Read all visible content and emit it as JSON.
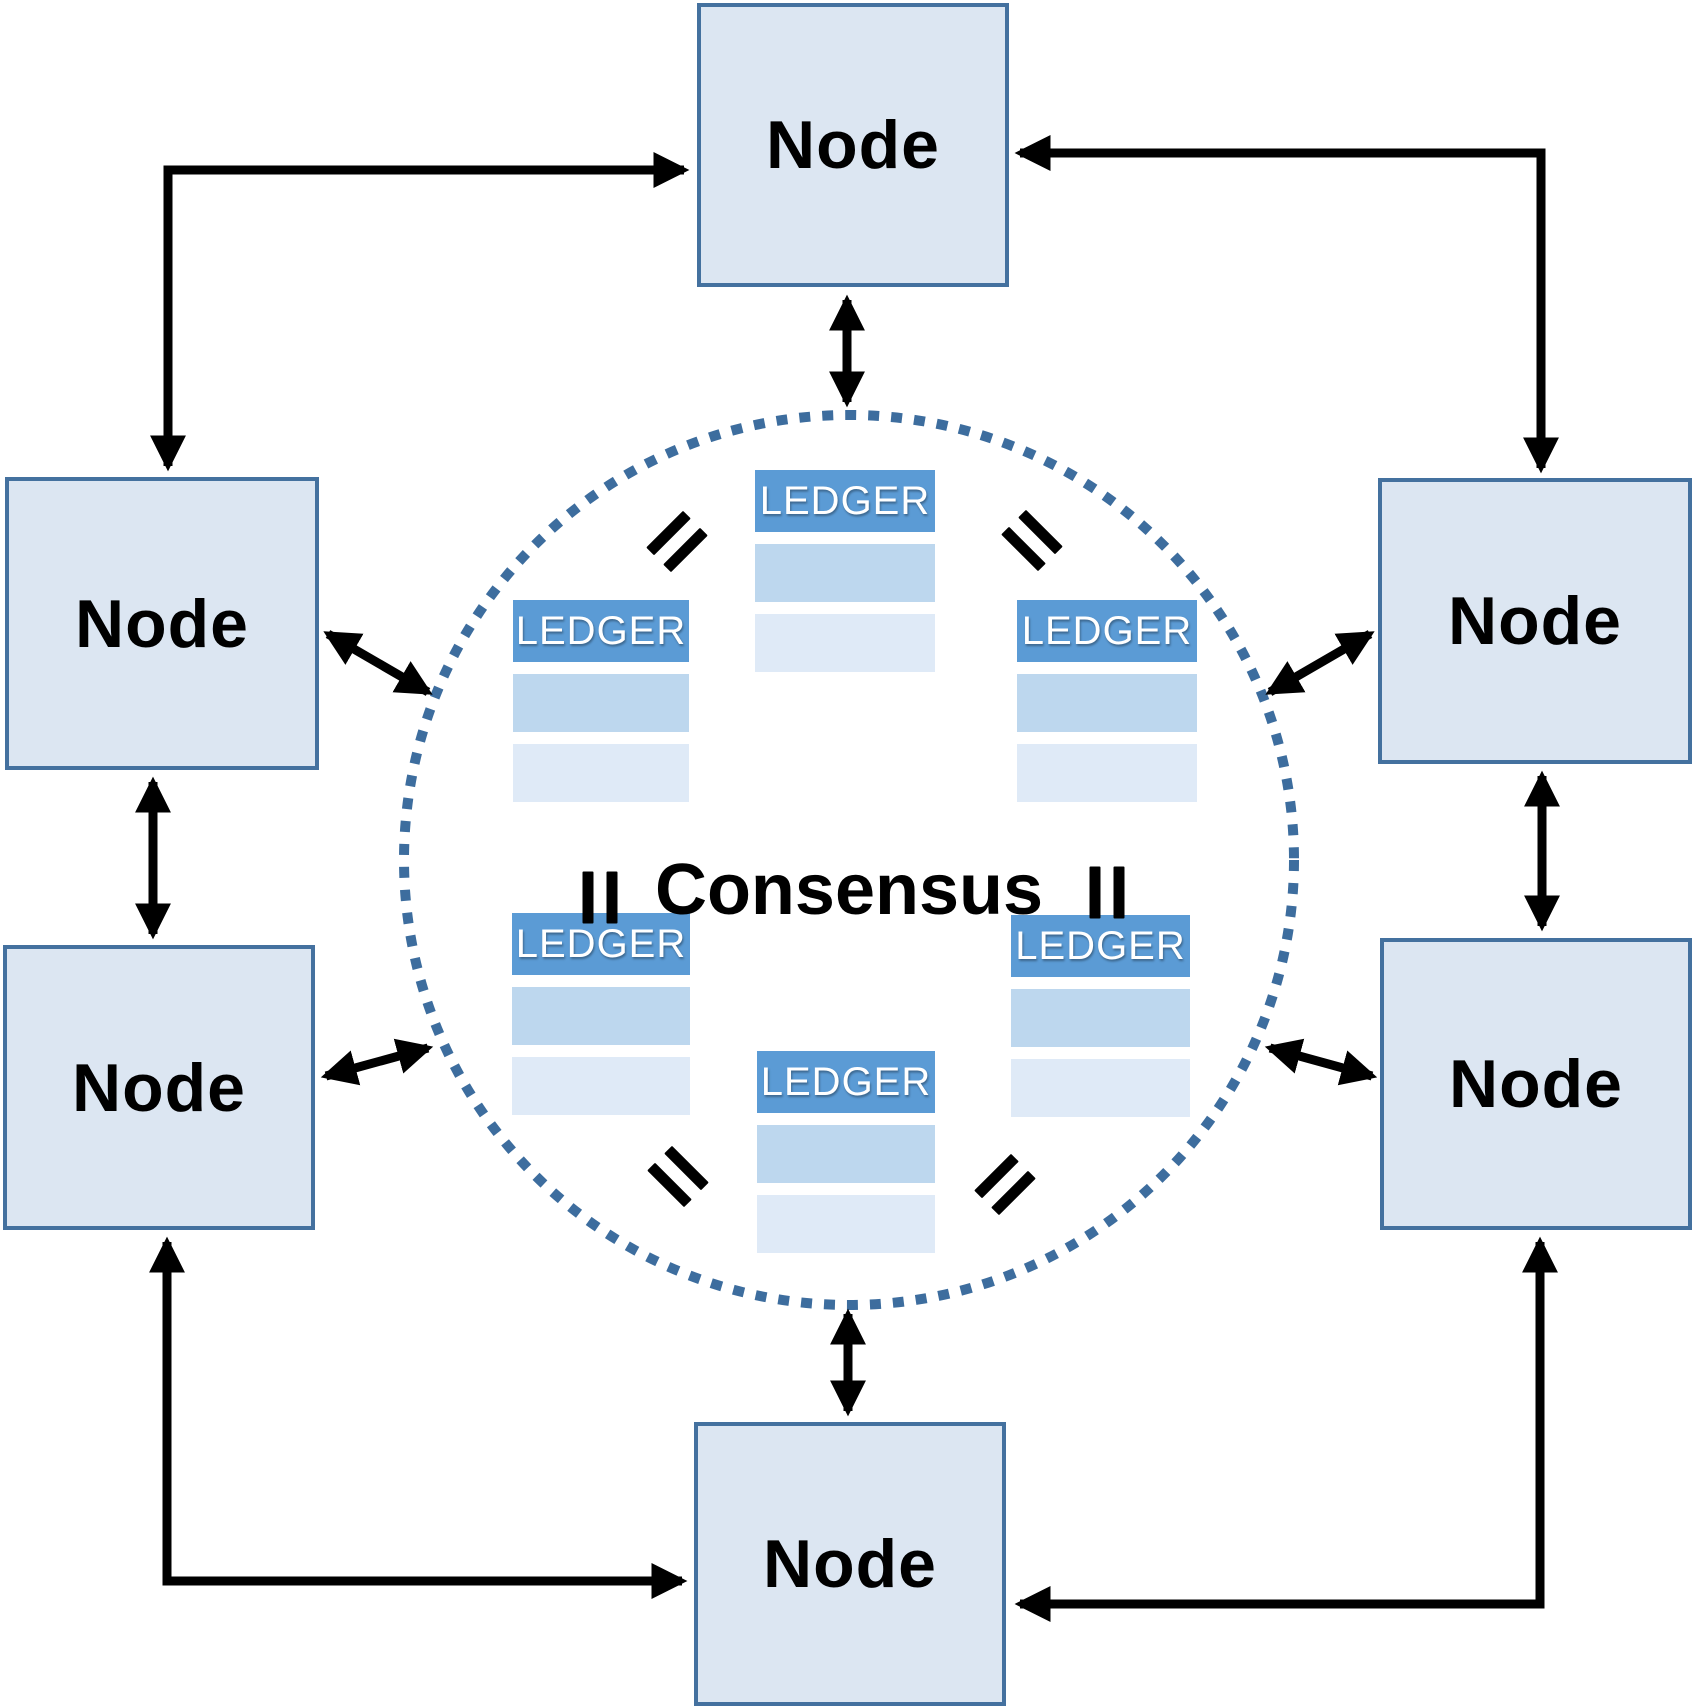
{
  "center": {
    "label": "Consensus"
  },
  "nodes": [
    {
      "id": "top",
      "label": "Node"
    },
    {
      "id": "upper-left",
      "label": "Node"
    },
    {
      "id": "upper-right",
      "label": "Node"
    },
    {
      "id": "lower-left",
      "label": "Node"
    },
    {
      "id": "lower-right",
      "label": "Node"
    },
    {
      "id": "bottom",
      "label": "Node"
    }
  ],
  "ledgers": [
    {
      "id": "top-center",
      "header": "LEDGER",
      "blank_rows": 2
    },
    {
      "id": "upper-left",
      "header": "LEDGER",
      "blank_rows": 2
    },
    {
      "id": "upper-right",
      "header": "LEDGER",
      "blank_rows": 2
    },
    {
      "id": "lower-left",
      "header": "LEDGER",
      "blank_rows": 2
    },
    {
      "id": "lower-right",
      "header": "LEDGER",
      "blank_rows": 2
    },
    {
      "id": "bottom-center",
      "header": "LEDGER",
      "blank_rows": 2
    }
  ],
  "symbols": {
    "equals_icon": "=",
    "equals_icon_count": 6
  },
  "connections": {
    "node_to_circle_double_arrows": 6,
    "node_to_node_double_arrows": 6
  },
  "colors": {
    "background": "#ffffff",
    "node_fill": "#dce6f2",
    "node_border": "#44719f",
    "ledger_header_bg": "#5b9bd5",
    "ledger_header_text": "#ffffff",
    "ledger_row1_bg": "#bdd7ee",
    "ledger_row2_bg": "#dfeaf7",
    "dotted_circle": "#3d6d9e",
    "arrow": "#000000",
    "node_text": "#000000",
    "consensus_text": "#000000"
  }
}
